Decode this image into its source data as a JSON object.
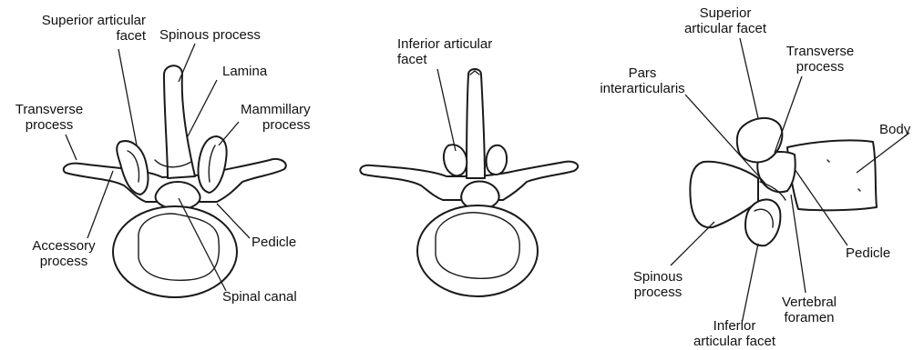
{
  "colors": {
    "ink": "#1a1a1a",
    "background": "#ffffff"
  },
  "labels": {
    "superior_articular_facet_1": [
      "Superior articular",
      "facet"
    ],
    "spinous_process_1": [
      "Spinous process"
    ],
    "lamina": [
      "Lamina"
    ],
    "mammillary_process": [
      "Mammillary",
      "process"
    ],
    "transverse_process_1": [
      "Transverse",
      "process"
    ],
    "accessory_process": [
      "Accessory",
      "process"
    ],
    "pedicle_1": [
      "Pedicle"
    ],
    "spinal_canal": [
      "Spinal canal"
    ],
    "inferior_articular_facet_1": [
      "Inferior articular",
      "facet"
    ],
    "superior_articular_facet_2": [
      "Superior",
      "articular facet"
    ],
    "transverse_process_2": [
      "Transverse",
      "process"
    ],
    "pars_interarticularis": [
      "Pars",
      "interarticularis"
    ],
    "body": [
      "Body"
    ],
    "pedicle_2": [
      "Pedicle"
    ],
    "spinous_process_2": [
      "Spinous",
      "process"
    ],
    "vertebral_foramen": [
      "Vertebral",
      "foramen"
    ],
    "inferior_articular_facet_2": [
      "Inferior",
      "articular facet"
    ]
  }
}
